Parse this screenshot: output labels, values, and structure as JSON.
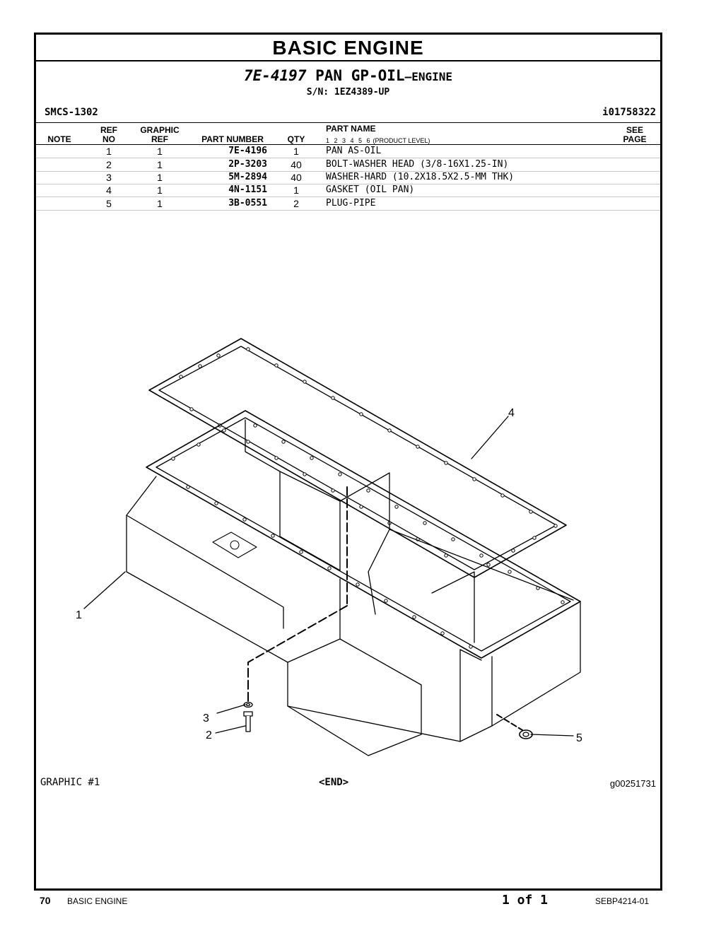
{
  "section_title": "BASIC ENGINE",
  "group": {
    "part_number": "7E-4197",
    "name": "PAN GP-OIL",
    "suffix": "—ENGINE",
    "serial": "S/N: 1EZ4389-UP"
  },
  "smcs": "SMCS-1302",
  "illustration_id": "i01758322",
  "columns": {
    "note": "NOTE",
    "ref_top": "REF",
    "ref_bottom": "NO",
    "graphic_top": "GRAPHIC",
    "graphic_bottom": "REF",
    "part_number": "PART NUMBER",
    "qty": "QTY",
    "part_name": "PART NAME",
    "levels": "1 2 3 4 5 6",
    "levels_label": "(PRODUCT LEVEL)",
    "see_top": "SEE",
    "see_bottom": "PAGE"
  },
  "parts": [
    {
      "ref": "1",
      "graphic_ref": "1",
      "part_number": "7E-4196",
      "qty": "1",
      "name": "PAN AS-OIL"
    },
    {
      "ref": "2",
      "graphic_ref": "1",
      "part_number": "2P-3203",
      "qty": "40",
      "name": "BOLT-WASHER HEAD (3/8-16X1.25-IN)"
    },
    {
      "ref": "3",
      "graphic_ref": "1",
      "part_number": "5M-2894",
      "qty": "40",
      "name": "WASHER-HARD (10.2X18.5X2.5-MM THK)"
    },
    {
      "ref": "4",
      "graphic_ref": "1",
      "part_number": "4N-1151",
      "qty": "1",
      "name": "GASKET (OIL PAN)"
    },
    {
      "ref": "5",
      "graphic_ref": "1",
      "part_number": "3B-0551",
      "qty": "2",
      "name": "PLUG-PIPE"
    }
  ],
  "callouts": [
    "1",
    "2",
    "3",
    "4",
    "5"
  ],
  "graphic_label": "GRAPHIC #1",
  "end_label": "<END>",
  "graphic_ref": "g00251731",
  "footer": {
    "page_number": "70",
    "section": "BASIC ENGINE",
    "page_of": "1 of 1",
    "doc_number": "SEBP4214-01"
  }
}
